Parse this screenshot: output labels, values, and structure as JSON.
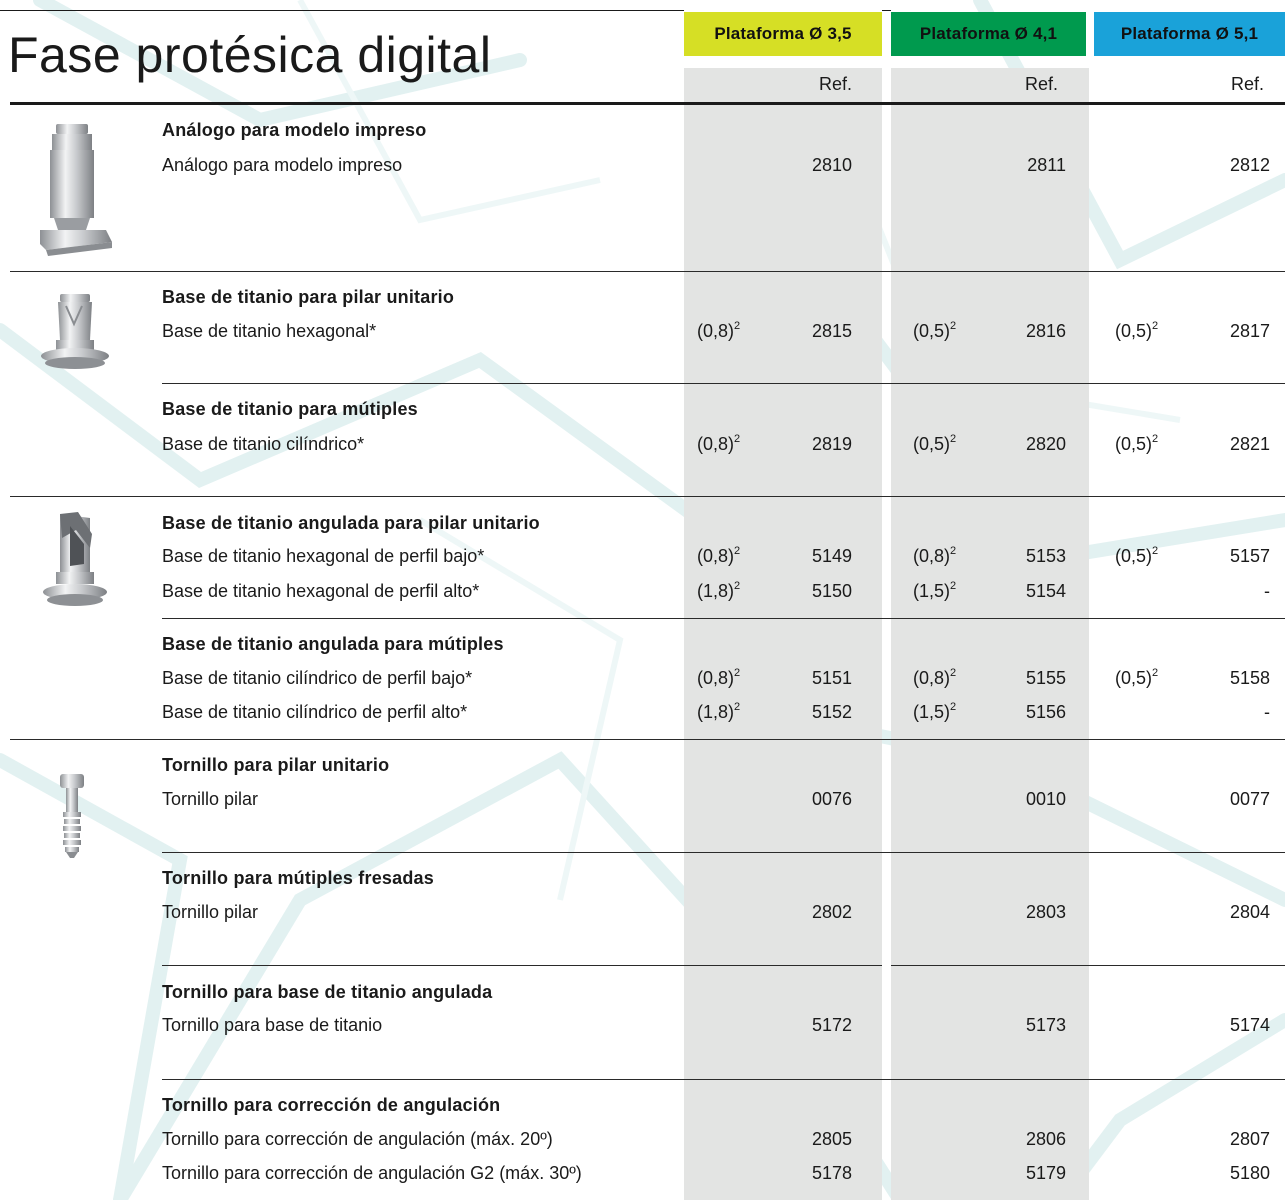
{
  "page": {
    "title": "Fase protésica digital",
    "ref_label": "Ref."
  },
  "platforms": [
    {
      "label": "Plataforma Ø 3,5",
      "color": "#d6df25"
    },
    {
      "label": "Plataforma Ø 4,1",
      "color": "#009a4e"
    },
    {
      "label": "Plataforma Ø 5,1",
      "color": "#1aa2d9"
    }
  ],
  "groups": [
    {
      "title": "Análogo para modelo impreso",
      "items": [
        {
          "label": "Análogo para modelo impreso",
          "heights": [
            "",
            "",
            ""
          ],
          "refs": [
            "2810",
            "2811",
            "2812"
          ]
        }
      ]
    },
    {
      "title": "Base de titanio para pilar unitario",
      "items": [
        {
          "label": "Base de titanio hexagonal*",
          "heights": [
            "(0,8)",
            "(0,5)",
            "(0,5)"
          ],
          "refs": [
            "2815",
            "2816",
            "2817"
          ]
        }
      ]
    },
    {
      "title": "Base de titanio para mútiples",
      "items": [
        {
          "label": "Base de titanio cilíndrico*",
          "heights": [
            "(0,8)",
            "(0,5)",
            "(0,5)"
          ],
          "refs": [
            "2819",
            "2820",
            "2821"
          ]
        }
      ]
    },
    {
      "title": "Base de titanio angulada para pilar unitario",
      "items": [
        {
          "label": "Base de titanio hexagonal de perfil bajo*",
          "heights": [
            "(0,8)",
            "(0,8)",
            "(0,5)"
          ],
          "refs": [
            "5149",
            "5153",
            "5157"
          ]
        },
        {
          "label": "Base de titanio hexagonal de perfil alto*",
          "heights": [
            "(1,8)",
            "(1,5)",
            ""
          ],
          "refs": [
            "5150",
            "5154",
            "-"
          ]
        }
      ]
    },
    {
      "title": "Base de titanio angulada para mútiples",
      "items": [
        {
          "label": "Base de titanio cilíndrico de perfil bajo*",
          "heights": [
            "(0,8)",
            "(0,8)",
            "(0,5)"
          ],
          "refs": [
            "5151",
            "5155",
            "5158"
          ]
        },
        {
          "label": "Base de titanio cilíndrico de perfil alto*",
          "heights": [
            "(1,8)",
            "(1,5)",
            ""
          ],
          "refs": [
            "5152",
            "5156",
            "-"
          ]
        }
      ]
    },
    {
      "title": "Tornillo para pilar unitario",
      "items": [
        {
          "label": "Tornillo pilar",
          "heights": [
            "",
            "",
            ""
          ],
          "refs": [
            "0076",
            "0010",
            "0077"
          ]
        }
      ]
    },
    {
      "title": "Tornillo para mútiples fresadas",
      "items": [
        {
          "label": "Tornillo pilar",
          "heights": [
            "",
            "",
            ""
          ],
          "refs": [
            "2802",
            "2803",
            "2804"
          ]
        }
      ]
    },
    {
      "title": "Tornillo para base de titanio angulada",
      "items": [
        {
          "label": "Tornillo para base de titanio",
          "heights": [
            "",
            "",
            ""
          ],
          "refs": [
            "5172",
            "5173",
            "5174"
          ]
        }
      ]
    },
    {
      "title": "Tornillo para corrección de angulación",
      "items": [
        {
          "label": "Tornillo para corrección de angulación (máx. 20º)",
          "heights": [
            "",
            "",
            ""
          ],
          "refs": [
            "2805",
            "2806",
            "2807"
          ]
        },
        {
          "label": "Tornillo para corrección de angulación G2 (máx. 30º)",
          "heights": [
            "",
            "",
            ""
          ],
          "refs": [
            "5178",
            "5179",
            "5180"
          ]
        }
      ]
    }
  ],
  "footnote_marker": "2",
  "images": [
    "analog-image",
    "ti-base-hex-image",
    "angled-ti-base-image",
    "abutment-screw-image"
  ]
}
